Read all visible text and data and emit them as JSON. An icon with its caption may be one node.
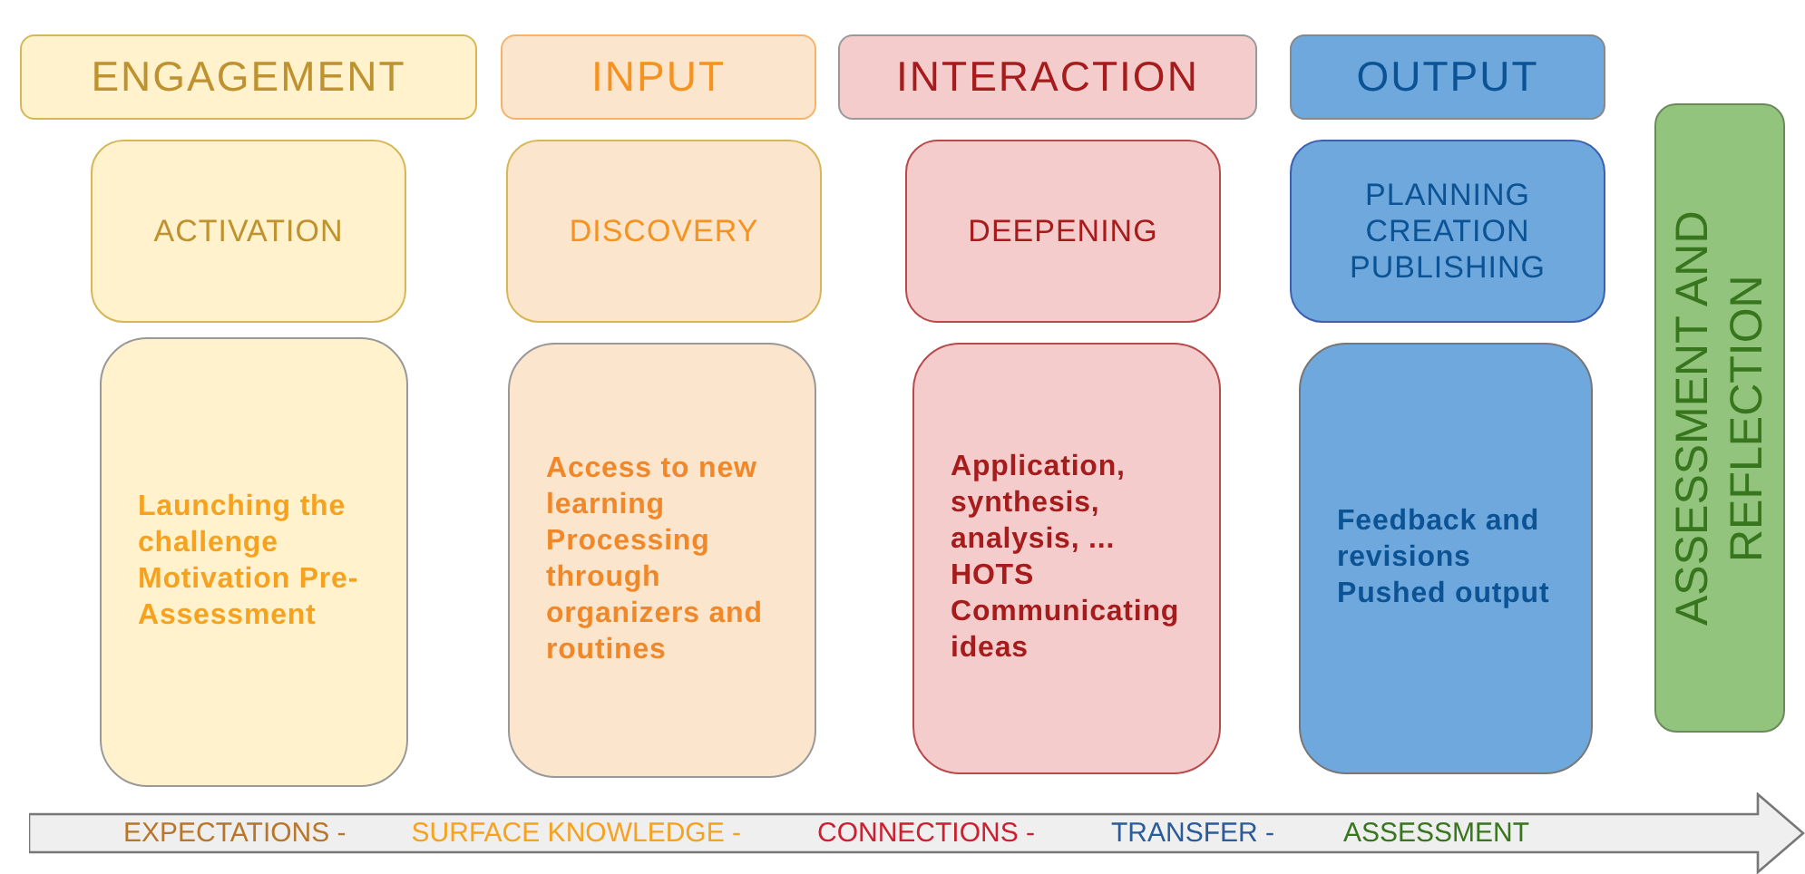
{
  "diagram": {
    "nodes": [
      {
        "text": [
          "ENGAGEMENT"
        ]
      },
      {
        "text": [
          "INPUT"
        ]
      },
      {
        "text": [
          "INTERACTION"
        ]
      },
      {
        "text": [
          "OUTPUT"
        ]
      },
      {
        "text": [
          "ACTIVATION"
        ]
      },
      {
        "text": [
          "DISCOVERY"
        ]
      },
      {
        "text": [
          "DEEPENING"
        ]
      },
      {
        "text": [
          "PLANNING CREATION PUBLISHING"
        ]
      },
      {
        "text": [
          "ASSESSMENT AND REFLECTION"
        ]
      },
      {
        "text": [
          "Launching the challenge Motivation Pre-Assessment"
        ]
      },
      {
        "text": [
          "Access to new learning Processing through organizers and routines"
        ]
      },
      {
        "text": [
          "Application, synthesis, analysis, ... HOTS Communicating ideas"
        ]
      },
      {
        "text": [
          "Feedback and revisions Pushed output"
        ]
      },
      {
        "text": [
          "EXPECTATIONS -",
          "SURFACE KNOWLEDGE -",
          "CONNECTIONS -",
          "TRANSFER -",
          "ASSESSMENT"
        ]
      }
    ]
  }
}
